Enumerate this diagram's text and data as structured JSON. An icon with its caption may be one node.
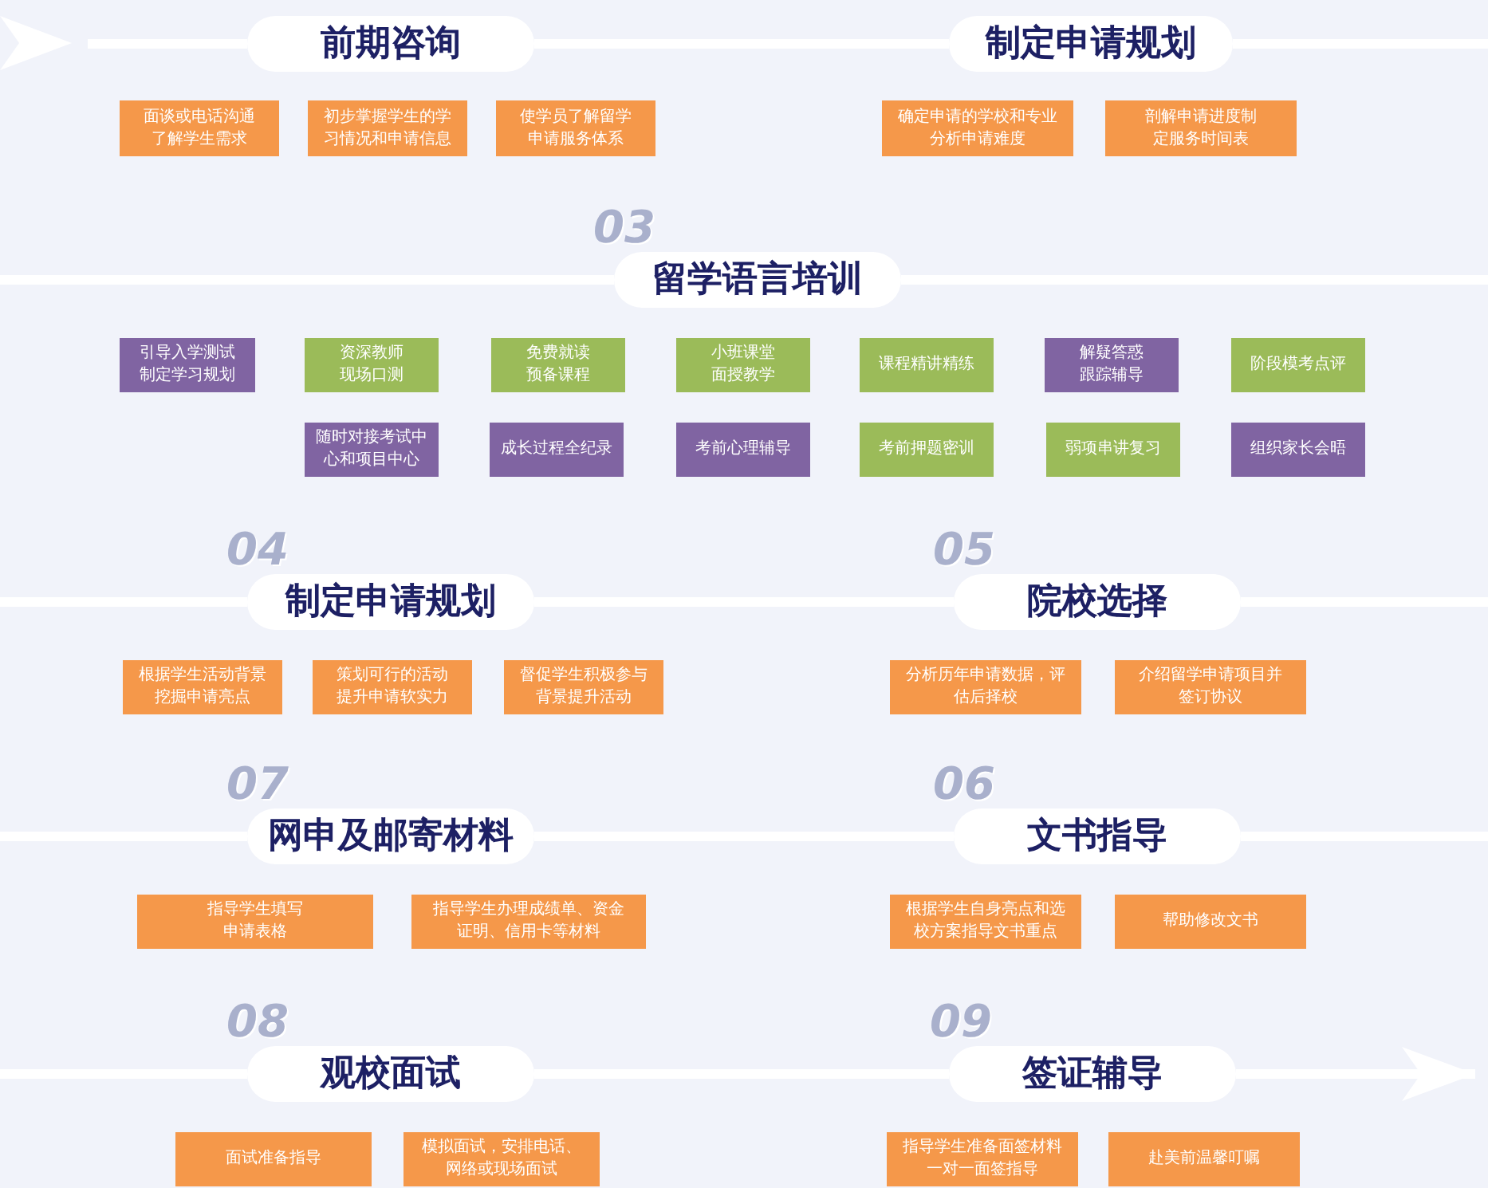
{
  "diagram": {
    "nodes": [
      {
        "text": [
          "前期咨询"
        ]
      },
      {
        "text": [
          "面谈或电话沟通了解学生需求"
        ]
      },
      {
        "text": [
          "初步掌握学生的学习情况和申请信息"
        ]
      },
      {
        "text": [
          "使学员了解留学申请服务体系"
        ]
      },
      {
        "text": [
          "制定申请规划"
        ]
      },
      {
        "text": [
          "确定申请的学校和专业分析申请难度"
        ]
      },
      {
        "text": [
          "剖解申请进度制定服务时间表"
        ]
      },
      {
        "text": [
          "留学语言培训"
        ],
        "beside": [
          "03"
        ]
      },
      {
        "text": [
          "引导入学测试制定学习规划"
        ]
      },
      {
        "text": [
          "资深教师现场口测"
        ]
      },
      {
        "text": [
          "免费就读预备课程"
        ]
      },
      {
        "text": [
          "小班课堂面授教学"
        ]
      },
      {
        "text": [
          "课程精讲精练"
        ]
      },
      {
        "text": [
          "解疑答惑跟踪辅导"
        ]
      },
      {
        "text": [
          "阶段模考点评"
        ]
      },
      {
        "text": [
          "随时对接考试中心和项目中心"
        ]
      },
      {
        "text": [
          "成长过程全纪录"
        ]
      },
      {
        "text": [
          "考前心理辅导"
        ]
      },
      {
        "text": [
          "考前押题密训"
        ]
      },
      {
        "text": [
          "弱项串讲复习"
        ]
      },
      {
        "text": [
          "组织家长会晤"
        ]
      },
      {
        "text": [
          "制定申请规划"
        ],
        "beside": [
          "04"
        ]
      },
      {
        "text": [
          "根据学生活动背景挖掘申请亮点"
        ]
      },
      {
        "text": [
          "策划可行的活动提升申请软实力"
        ]
      },
      {
        "text": [
          "督促学生积极参与背景提升活动"
        ]
      },
      {
        "text": [
          "院校选择"
        ],
        "beside": [
          "05"
        ]
      },
      {
        "text": [
          "分析历年申请数据，评估后择校"
        ]
      },
      {
        "text": [
          "介绍留学申请项目并签订协议"
        ]
      },
      {
        "text": [
          "网申及邮寄材料"
        ],
        "beside": [
          "07"
        ]
      },
      {
        "text": [
          "指导学生填写申请表格"
        ]
      },
      {
        "text": [
          "指导学生办理成绩单、资金证明、信用卡等材料"
        ]
      },
      {
        "text": [
          "文书指导"
        ],
        "beside": [
          "06"
        ]
      },
      {
        "text": [
          "根据学生自身亮点和选校方案指导文书重点"
        ]
      },
      {
        "text": [
          "帮助修改文书"
        ]
      },
      {
        "text": [
          "观校面试"
        ],
        "beside": [
          "08"
        ]
      },
      {
        "text": [
          "面试准备指导"
        ]
      },
      {
        "text": [
          "模拟面试，安排电话、网络或现场面试"
        ]
      },
      {
        "text": [
          "签证辅导"
        ],
        "beside": [
          "09"
        ]
      },
      {
        "text": [
          "指导学生准备面签材料一对一面签指导"
        ]
      },
      {
        "text": [
          "赴美前温馨叮嘱"
        ]
      }
    ],
    "edges": [
      {
        "from": null,
        "to": 0,
        "arrow": "none"
      },
      {
        "from": 0,
        "to": 4,
        "arrow": "none"
      },
      {
        "from": 4,
        "to": null,
        "arrow": "none"
      },
      {
        "from": null,
        "to": 7,
        "arrow": "none"
      },
      {
        "from": 7,
        "to": null,
        "arrow": "none"
      },
      {
        "from": null,
        "to": 21,
        "arrow": "none"
      },
      {
        "from": 21,
        "to": 25,
        "arrow": "none"
      },
      {
        "from": 25,
        "to": null,
        "arrow": "none"
      },
      {
        "from": null,
        "to": 28,
        "arrow": "none"
      },
      {
        "from": 28,
        "to": 31,
        "arrow": "none"
      },
      {
        "from": 31,
        "to": null,
        "arrow": "none"
      },
      {
        "from": null,
        "to": 34,
        "arrow": "none"
      },
      {
        "from": 34,
        "to": 37,
        "arrow": "none"
      },
      {
        "from": 37,
        "to": null,
        "arrow": "to"
      }
    ]
  }
}
